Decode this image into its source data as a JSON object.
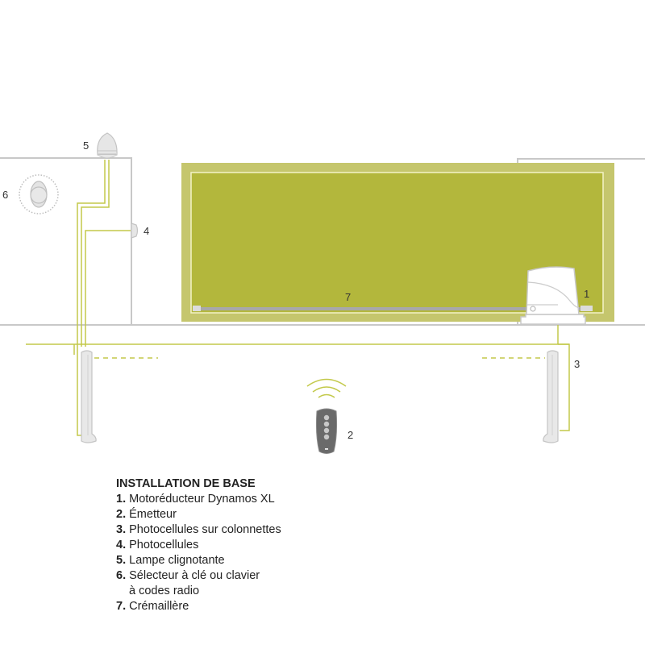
{
  "colors": {
    "gate_outer": "#c5c66d",
    "gate_inner": "#b3b73c",
    "gate_frame": "#f4f3c8",
    "wire": "#c3c94a",
    "wall": "#c8c8c8",
    "device_fill": "#e8e8e8",
    "device_stroke": "#bdbdbd",
    "rack": "#a8a8a8",
    "remote_body": "#6a6a6a",
    "text": "#222222"
  },
  "callouts": {
    "motor": "1",
    "remote": "2",
    "column_photocells": "3",
    "wall_photocell": "4",
    "flashing_lamp": "5",
    "key_selector": "6",
    "rack": "7"
  },
  "legend": {
    "title": "INSTALLATION DE BASE",
    "items": [
      {
        "num": "1.",
        "label": "Motoréducteur Dynamos XL"
      },
      {
        "num": "2.",
        "label": "Émetteur"
      },
      {
        "num": "3.",
        "label": "Photocellules sur colonnettes"
      },
      {
        "num": "4.",
        "label": "Photocellules"
      },
      {
        "num": "5.",
        "label": "Lampe clignotante"
      },
      {
        "num": "6.",
        "label": "Sélecteur à clé ou clavier",
        "continuation": "à codes radio"
      },
      {
        "num": "7.",
        "label": "Crémaillère"
      }
    ]
  }
}
